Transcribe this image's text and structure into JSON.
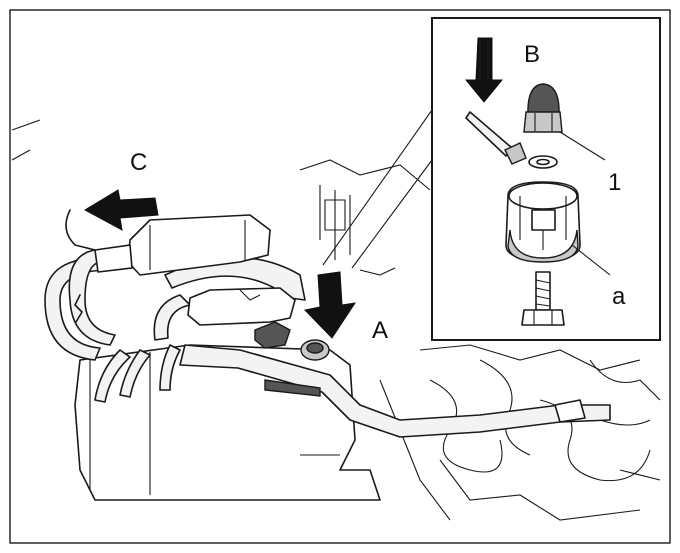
{
  "labels": {
    "a_main": "A",
    "b_inset": "B",
    "c_main": "C",
    "part_1": "1",
    "part_a": "a"
  },
  "icons": [
    "down-arrow-icon",
    "left-arrow-icon"
  ],
  "colors": {
    "line": "#1a1a1a",
    "fill_grey": "#c8c8c8",
    "background": "#ffffff"
  }
}
